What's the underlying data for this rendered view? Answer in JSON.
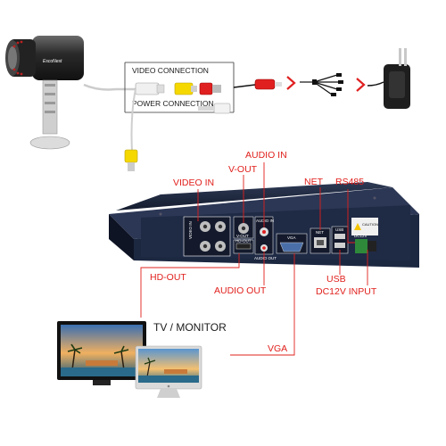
{
  "top_section": {
    "video_connection_label": "VIDEO CONNECTION",
    "power_connection_label": "POWER CONNECTION",
    "camera_brand": "EscoNest"
  },
  "dvr_labels": {
    "audio_in": "AUDIO IN",
    "v_out": "V-OUT",
    "video_in": "VIDEO IN",
    "net": "NET",
    "rs485": "RS485",
    "hd_out": "HD-OUT",
    "audio_out": "AUDIO OUT",
    "usb": "USB",
    "dc12v_input": "DC12V INPUT",
    "vga": "VGA"
  },
  "panel_text": {
    "video_in": "VIDEO IN",
    "v_out": "V-OUT",
    "hd_out": "HD-OUT",
    "audio_in": "AUDIO IN",
    "audio_out": "AUDIO OUT",
    "vga": "VGA",
    "net": "NET",
    "usb": "USB",
    "caution": "CAUTION",
    "dc12v": "DC12V"
  },
  "monitor_section": {
    "tv_monitor_label": "TV / MONITOR"
  },
  "colors": {
    "red_label": "#e0201c",
    "dvr_body": "#1c2740",
    "yellow_plug": "#f5d800",
    "red_plug": "#e02020"
  }
}
